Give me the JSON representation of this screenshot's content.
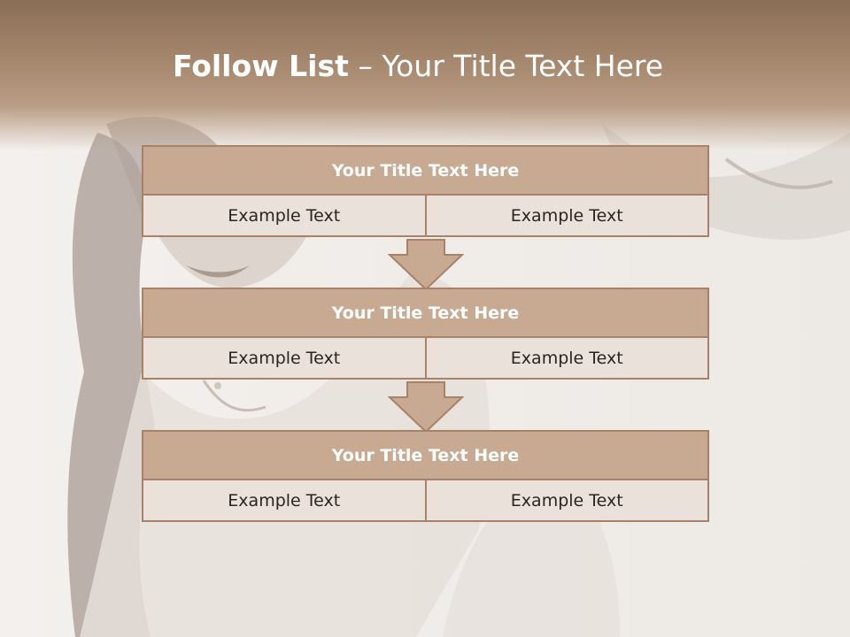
{
  "slide": {
    "title_bold": "Follow List",
    "title_rest": " – Your Title Text Here"
  },
  "blocks": [
    {
      "title": "Your Title Text Here",
      "left": "Example Text",
      "right": "Example Text"
    },
    {
      "title": "Your Title Text Here",
      "left": "Example Text",
      "right": "Example Text"
    },
    {
      "title": "Your Title Text Here",
      "left": "Example Text",
      "right": "Example Text"
    }
  ],
  "colors": {
    "header": "#a88a70",
    "block_title_fill": "#c8aa92",
    "cell_fill": "#ebe1db",
    "border": "#a88268"
  }
}
